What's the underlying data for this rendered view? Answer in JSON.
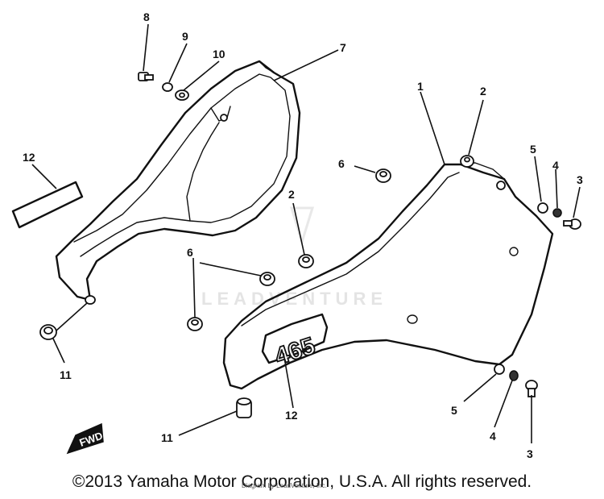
{
  "watermark": {
    "text": "LEADVENTURE"
  },
  "decal": {
    "text": "465"
  },
  "fwd_marker": {
    "text": "FWD"
  },
  "callouts": [
    {
      "id": "c8",
      "label": "8"
    },
    {
      "id": "c9",
      "label": "9"
    },
    {
      "id": "c10",
      "label": "10"
    },
    {
      "id": "c7",
      "label": "7"
    },
    {
      "id": "c12a",
      "label": "12"
    },
    {
      "id": "c11a",
      "label": "11"
    },
    {
      "id": "c6a",
      "label": "6"
    },
    {
      "id": "c2a",
      "label": "2"
    },
    {
      "id": "c11b",
      "label": "11"
    },
    {
      "id": "c12b",
      "label": "12"
    },
    {
      "id": "c1",
      "label": "1"
    },
    {
      "id": "c2b",
      "label": "2"
    },
    {
      "id": "c6b",
      "label": "6"
    },
    {
      "id": "c5a",
      "label": "5"
    },
    {
      "id": "c4a",
      "label": "4"
    },
    {
      "id": "c3a",
      "label": "3"
    },
    {
      "id": "c5b",
      "label": "5"
    },
    {
      "id": "c4b",
      "label": "4"
    },
    {
      "id": "c3b",
      "label": "3"
    }
  ],
  "footer": {
    "copyright": "©2013 Yamaha Motor Corporation, U.S.A. All rights reserved.",
    "credit": "Diagram by LeadVenture, Inc."
  }
}
